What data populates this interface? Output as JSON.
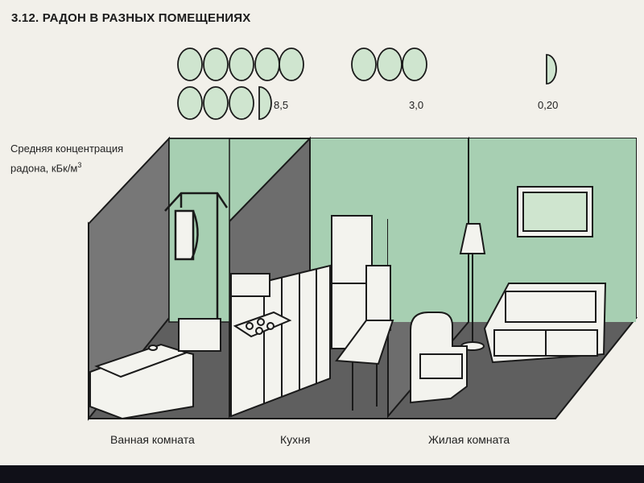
{
  "title": "3.12. РАДОН В РАЗНЫХ ПОМЕЩЕНИЯХ",
  "concentration_label": {
    "line1": "Средняя концентрация",
    "line2": "радона, кБк/м",
    "unit_superscript": "3"
  },
  "rooms": [
    {
      "name": "Ванная комната",
      "value": "8,5",
      "circles": 8.5
    },
    {
      "name": "Кухня",
      "value": "3,0",
      "circles": 3.0
    },
    {
      "name": "Жилая комната",
      "value": "0,20",
      "circles": 0.2
    }
  ],
  "colors": {
    "background": "#f2f0ea",
    "circle_fill": "#cfe5cf",
    "wall_green": "#a7cfb2",
    "partition_gray": "#6d6d6d",
    "floor_gray": "#5f5f5f",
    "outline": "#1a1a1a"
  }
}
